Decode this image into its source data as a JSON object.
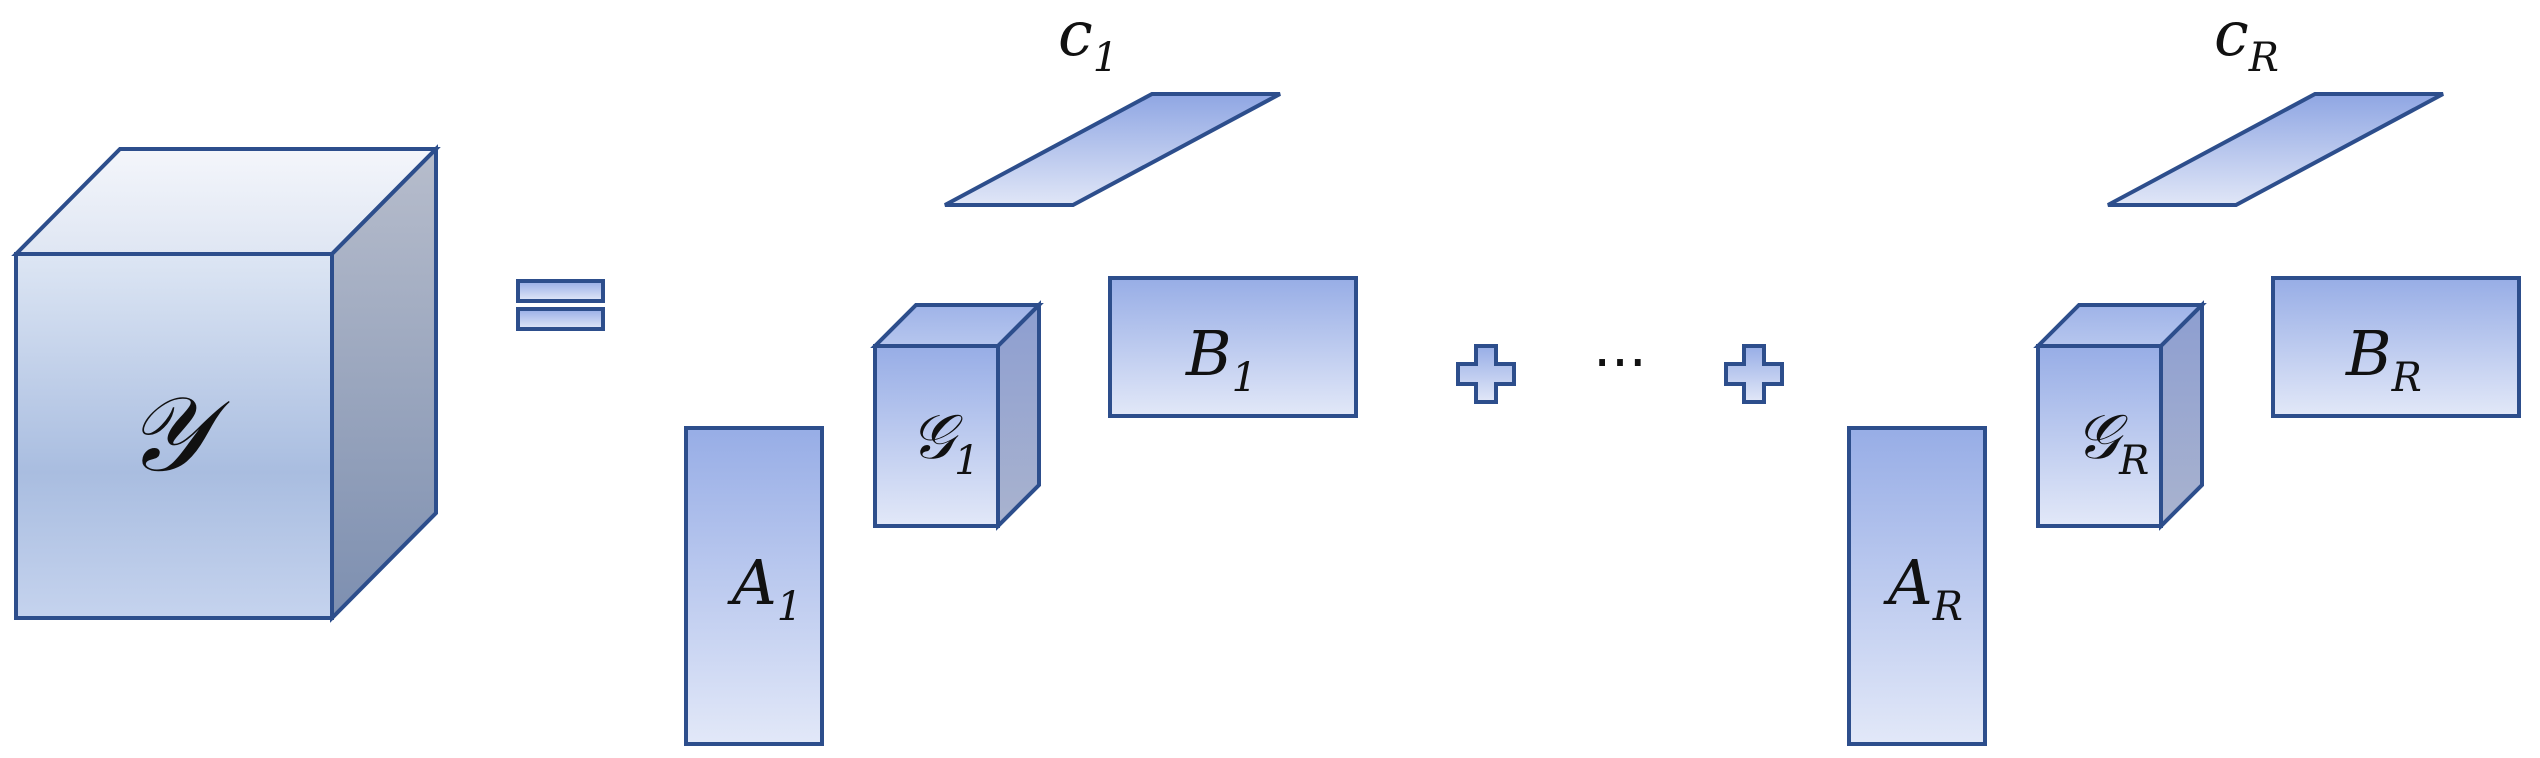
{
  "colors": {
    "stroke": "#2d4e8c",
    "face_light": "#dde6f4",
    "face_mid": "#a9bde0",
    "face_dark": "#8093b3",
    "block_top": "#97ade6",
    "block_bottom": "#dfe5f7"
  },
  "tensor": {
    "label": "𝒴"
  },
  "equals": {
    "symbol_name": "equals-sign"
  },
  "term1": {
    "a": {
      "base": "A",
      "sub": "1"
    },
    "g": {
      "base": "𝒢",
      "sub": "1"
    },
    "b": {
      "base": "B",
      "sub": "1"
    },
    "c": {
      "base": "c",
      "sub": "1"
    }
  },
  "plus": {
    "symbol_name": "plus-sign"
  },
  "ellipsis": "···",
  "termR": {
    "a": {
      "base": "A",
      "sub": "R"
    },
    "g": {
      "base": "𝒢",
      "sub": "R"
    },
    "b": {
      "base": "B",
      "sub": "R"
    },
    "c": {
      "base": "c",
      "sub": "R"
    }
  }
}
